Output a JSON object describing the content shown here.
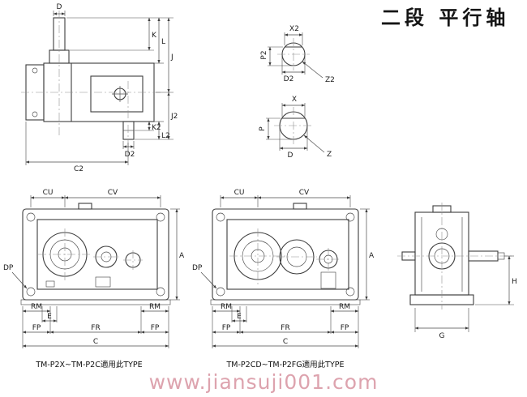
{
  "page": {
    "title": "二段 平行轴",
    "watermark": "www.jiansuji001.com"
  },
  "side_view": {
    "dim_d": "D",
    "dim_k": "K",
    "dim_l": "L",
    "dim_j": "J",
    "dim_j2": "J2",
    "dim_k2": "K2",
    "dim_l2": "L2",
    "dim_d2": "D2",
    "dim_c2": "C2"
  },
  "shaft_end_views": {
    "output": {
      "dim_x2": "X2",
      "dim_p2": "P2",
      "dim_d2": "D2",
      "dim_z2": "Z2"
    },
    "input": {
      "dim_x": "X",
      "dim_p": "P",
      "dim_d": "D",
      "dim_z": "Z"
    }
  },
  "front_view_a": {
    "caption": "TM-P2X~TM-P2C適用此TYPE",
    "dim_cu": "CU",
    "dim_cv": "CV",
    "dim_a": "A",
    "dim_dp": "DP",
    "dim_rm_left": "RM",
    "dim_rm_right": "RM",
    "dim_e": "E",
    "dim_fp_left": "FP",
    "dim_fr": "FR",
    "dim_fp_right": "FP",
    "dim_c": "C"
  },
  "front_view_b": {
    "caption": "TM-P2CD~TM-P2FG適用此TYPE",
    "dim_cu": "CU",
    "dim_cv": "CV",
    "dim_a": "A",
    "dim_dp": "DP",
    "dim_rm_left": "RM",
    "dim_rm_right": "RM",
    "dim_e": "E",
    "dim_fp_left": "FP",
    "dim_fr": "FR",
    "dim_fp_right": "FP",
    "dim_c": "C"
  },
  "end_view": {
    "dim_g": "G",
    "dim_h": "H"
  }
}
